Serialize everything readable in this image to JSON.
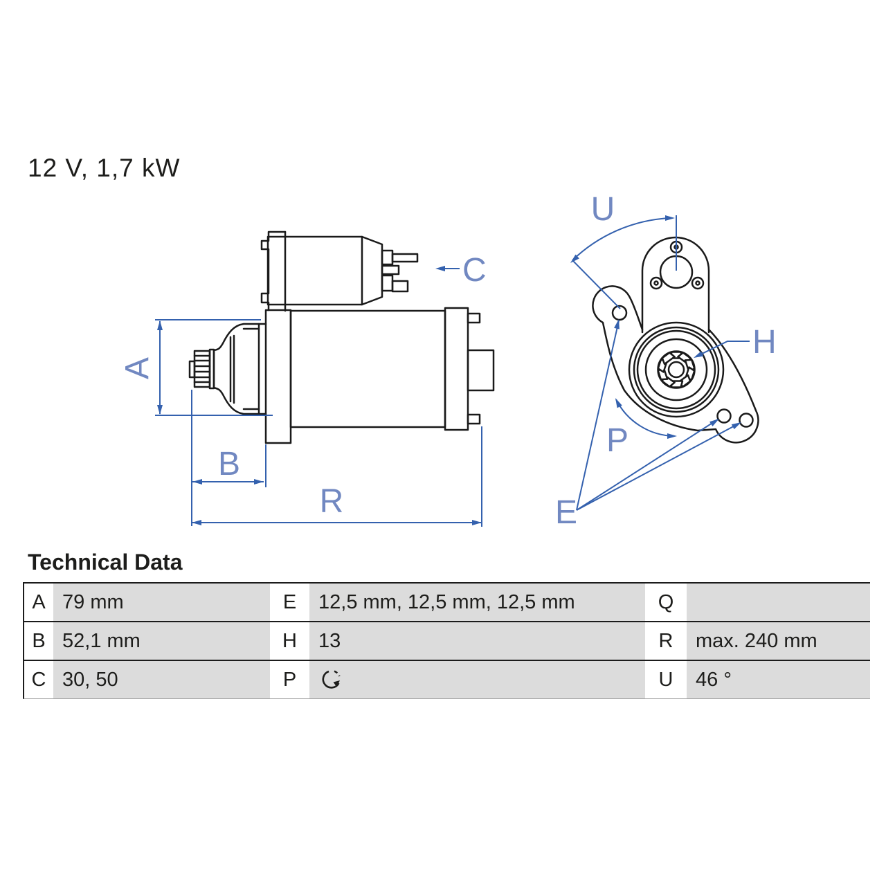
{
  "title": {
    "text": "12 V, 1,7 kW"
  },
  "diagram": {
    "side_labels": {
      "a": "A",
      "b": "B",
      "c": "C",
      "r": "R"
    },
    "front_labels": {
      "u": "U",
      "h": "H",
      "p": "P",
      "e": "E"
    },
    "annotation_color": "#3461ae",
    "label_color": "#7188c1",
    "outline_color": "#1a1a1a"
  },
  "table": {
    "heading": "Technical Data",
    "cell_background": "#dcdcdc",
    "rows": [
      {
        "cells": [
          {
            "key": "A",
            "value": "79 mm"
          },
          {
            "key": "E",
            "value": "12,5 mm, 12,5 mm, 12,5 mm"
          },
          {
            "key": "Q",
            "value": ""
          }
        ]
      },
      {
        "cells": [
          {
            "key": "B",
            "value": "52,1 mm"
          },
          {
            "key": "H",
            "value": "13"
          },
          {
            "key": "R",
            "value": "max. 240 mm"
          }
        ]
      },
      {
        "cells": [
          {
            "key": "C",
            "value": "30, 50"
          },
          {
            "key": "P",
            "value": "",
            "icon": "rotation-direction-icon"
          },
          {
            "key": "U",
            "value": "46 °"
          }
        ]
      }
    ]
  }
}
